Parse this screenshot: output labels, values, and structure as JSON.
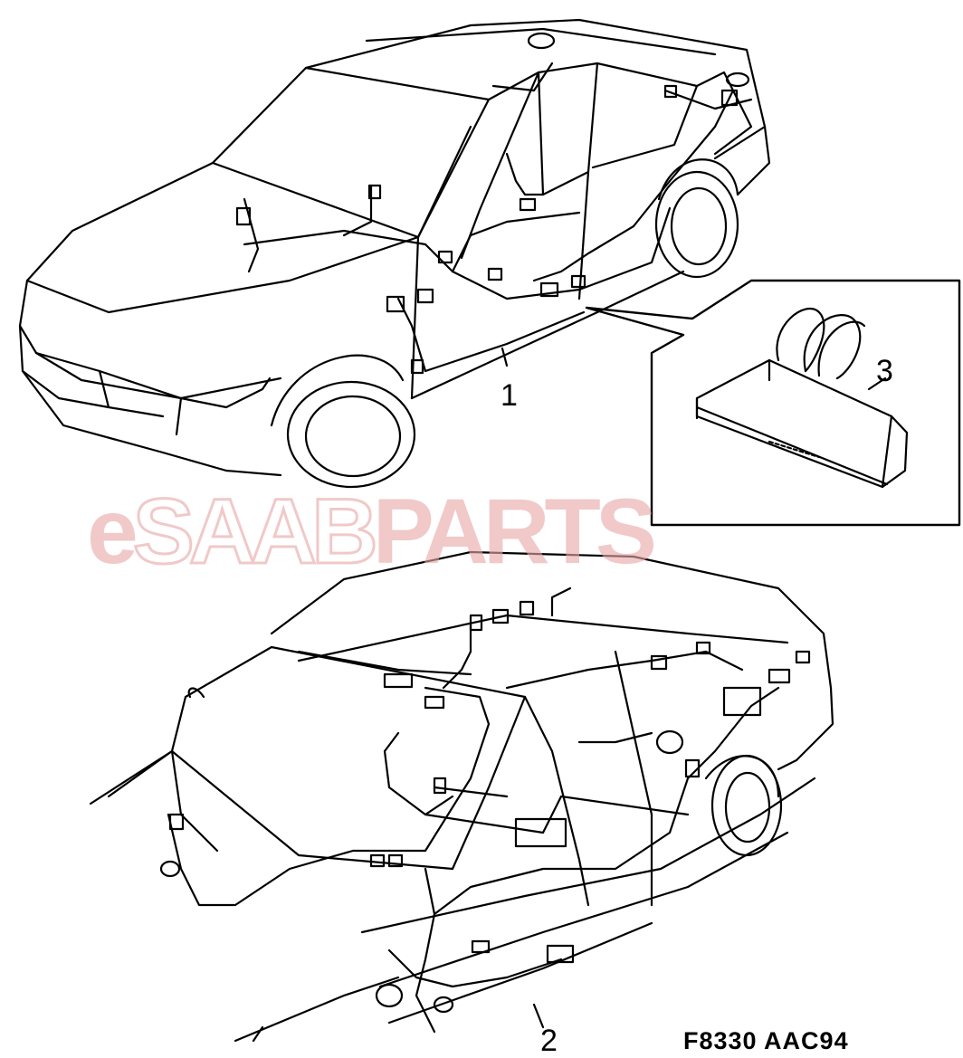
{
  "callouts": {
    "one": "1",
    "two": "2",
    "three": "3"
  },
  "drawing_code": "F8330  AAC94",
  "watermark": {
    "part_a": "e",
    "part_b": "SAAB",
    "part_c": "PARTS",
    "color": "#e8a9a8"
  },
  "colors": {
    "line": "#000000",
    "background": "#ffffff"
  }
}
